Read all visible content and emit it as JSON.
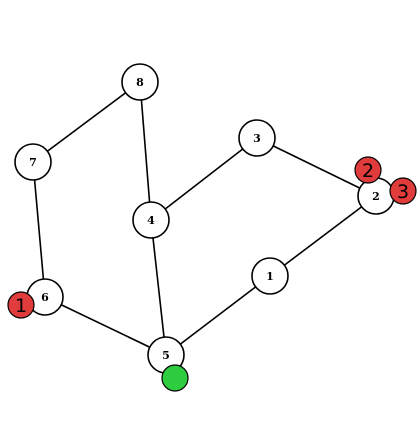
{
  "graph": {
    "nodes": [
      {
        "id": "1",
        "label": "1"
      },
      {
        "id": "2",
        "label": "2"
      },
      {
        "id": "3",
        "label": "3"
      },
      {
        "id": "4",
        "label": "4"
      },
      {
        "id": "5",
        "label": "5"
      },
      {
        "id": "6",
        "label": "6"
      },
      {
        "id": "7",
        "label": "7"
      },
      {
        "id": "8",
        "label": "8"
      }
    ],
    "edges": [
      [
        "8",
        "7"
      ],
      [
        "8",
        "4"
      ],
      [
        "7",
        "6"
      ],
      [
        "6",
        "5"
      ],
      [
        "4",
        "5"
      ],
      [
        "4",
        "3"
      ],
      [
        "3",
        "2"
      ],
      [
        "2",
        "1"
      ],
      [
        "1",
        "5"
      ]
    ]
  },
  "markers": [
    {
      "label": "1",
      "attached_to": "6",
      "color": "#e03c3c"
    },
    {
      "label": "2",
      "attached_to": "2",
      "color": "#e03c3c"
    },
    {
      "label": "3",
      "attached_to": "2",
      "color": "#e03c3c"
    }
  ],
  "agent": {
    "attached_to": "5",
    "color": "#2ecc40"
  }
}
